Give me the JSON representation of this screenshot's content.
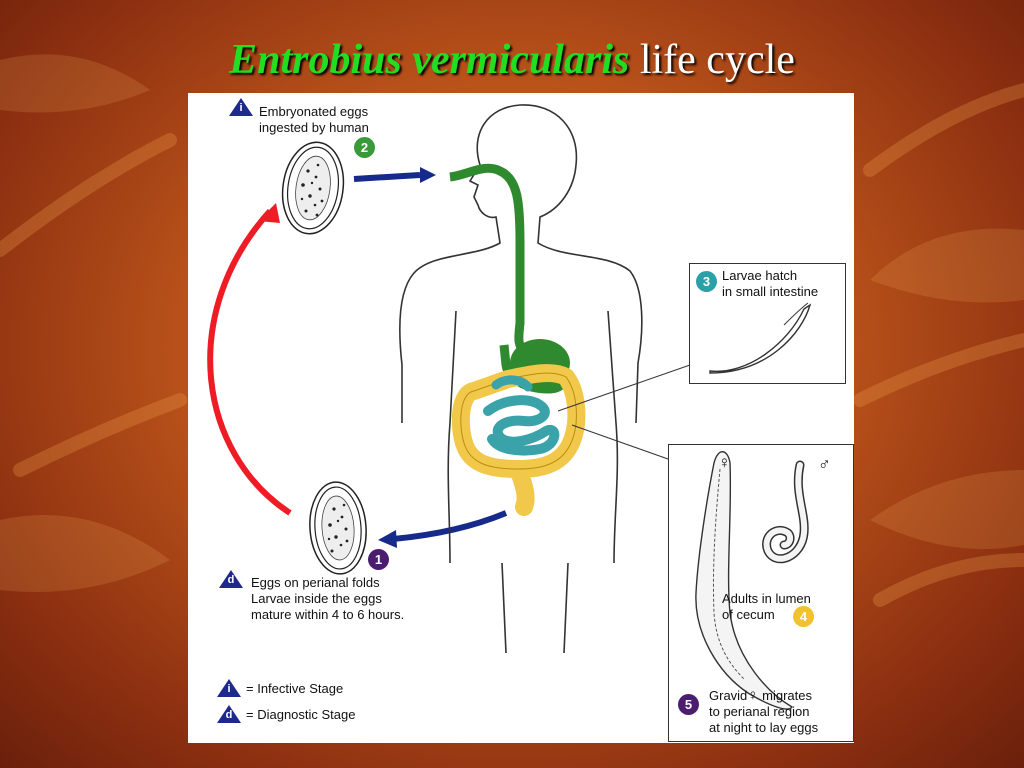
{
  "title": {
    "italic_part": "Entrobius vermicularis",
    "rest": " life cycle"
  },
  "stages": {
    "ingested": {
      "stage_letter": "i",
      "label_line1": "Embryonated eggs",
      "label_line2": "ingested by human",
      "step": "2"
    },
    "larvae_hatch": {
      "step": "3",
      "label_line1": "Larvae hatch",
      "label_line2": "in small intestine"
    },
    "adults": {
      "female_symbol": "♀",
      "male_symbol": "♂",
      "label_line1": "Adults in lumen",
      "label_line2": "of cecum",
      "step": "4"
    },
    "gravid": {
      "step": "5",
      "label_line1": "Gravid",
      "female_symbol": "♀",
      "label_line1_rest": " migrates",
      "label_line2": "to perianal region",
      "label_line3": "at night to lay eggs"
    },
    "perianal": {
      "stage_letter": "d",
      "step": "1",
      "label_line1": "Eggs on perianal folds",
      "label_line2": "Larvae inside the eggs",
      "label_line3": "mature within 4 to 6 hours."
    }
  },
  "legend": {
    "infective_letter": "i",
    "infective_text": "= Infective Stage",
    "diagnostic_letter": "d",
    "diagnostic_text": "= Diagnostic Stage"
  },
  "colors": {
    "step_green": "#3a9a3a",
    "step_teal": "#2aa0a8",
    "step_yellow": "#f2c12e",
    "step_purple": "#4b1d6e",
    "stage_blue": "#1d2a8c",
    "cycle_red": "#ee1c24",
    "arrow_blue": "#152a8a",
    "gut_green": "#2f8a2f",
    "intestine_teal": "#3aa3aa",
    "colon_yellow": "#f2c84b"
  }
}
